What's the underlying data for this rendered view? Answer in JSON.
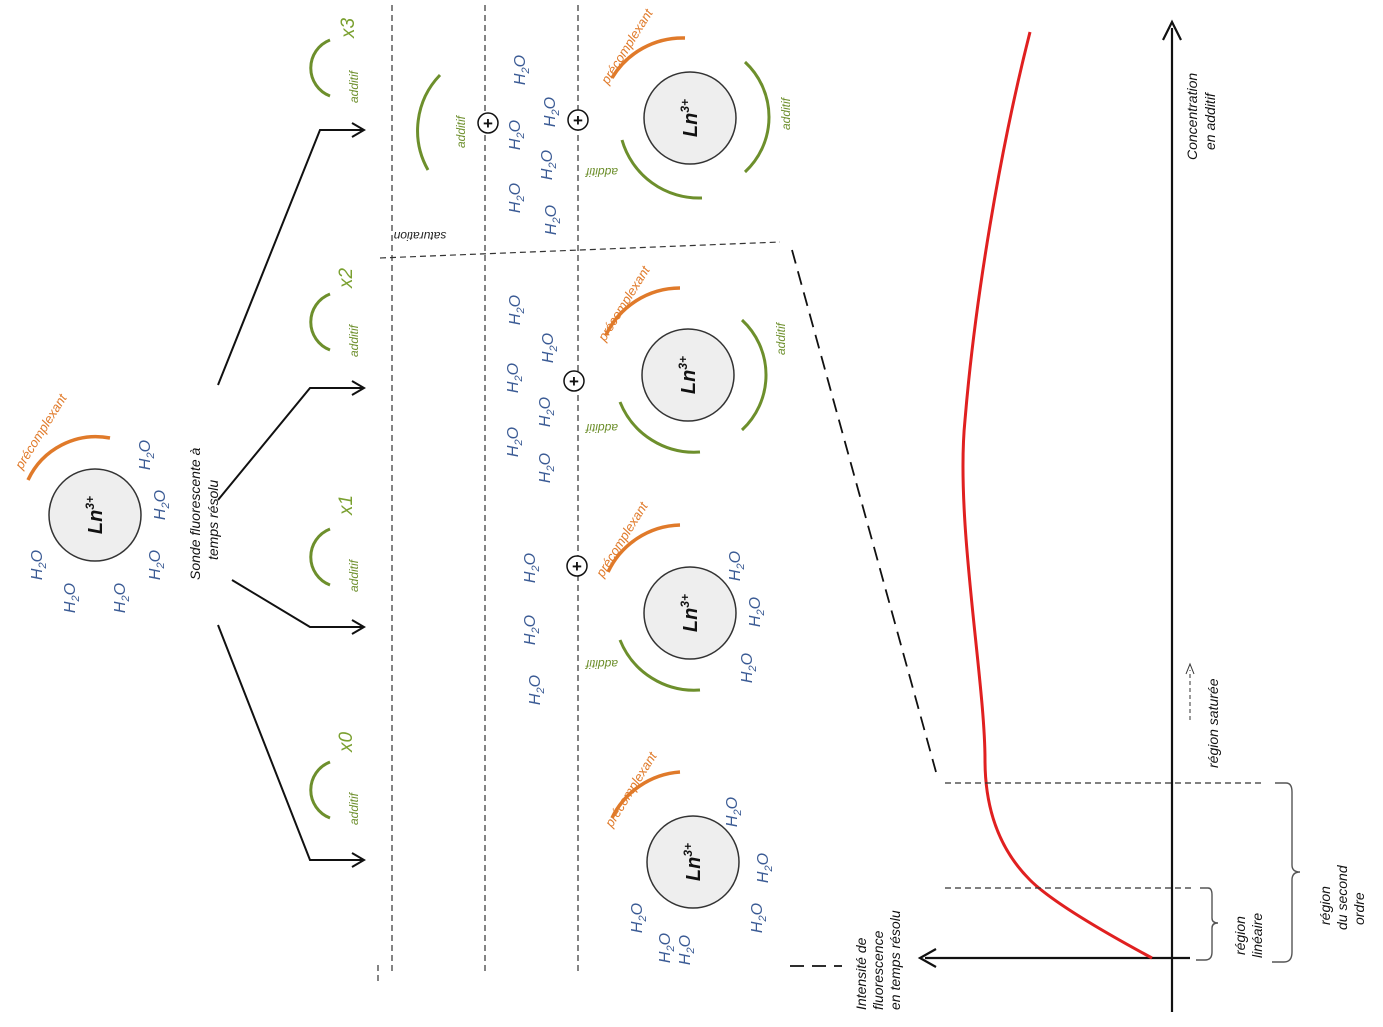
{
  "colors": {
    "curve": "#e02020",
    "precomplexant": "#e07a2a",
    "additif": "#6d8f2c",
    "water": "#3a5a94",
    "ion_fill": "#eeeeee"
  },
  "labels": {
    "ion": "Ln",
    "ion_charge": "3+",
    "precomplexant": "précomplexant",
    "additif": "additif",
    "water_h": "H",
    "water_2": "2",
    "water_o": "O",
    "probe": [
      "Sonde fluorescente à",
      "temps résolu"
    ],
    "x0": "x0",
    "x1": "x1",
    "x2": "x2",
    "x3": "x3",
    "plus": "+",
    "saturation": "saturation",
    "y_axis": [
      "Intensité de",
      "fluorescence",
      "en temps résolu"
    ],
    "x_axis": [
      "Concentration",
      "en additif"
    ],
    "region_saturee": "région saturée",
    "region_lineaire": [
      "région",
      "linéaire"
    ],
    "region_second": [
      "région",
      "du second",
      "ordre"
    ]
  }
}
